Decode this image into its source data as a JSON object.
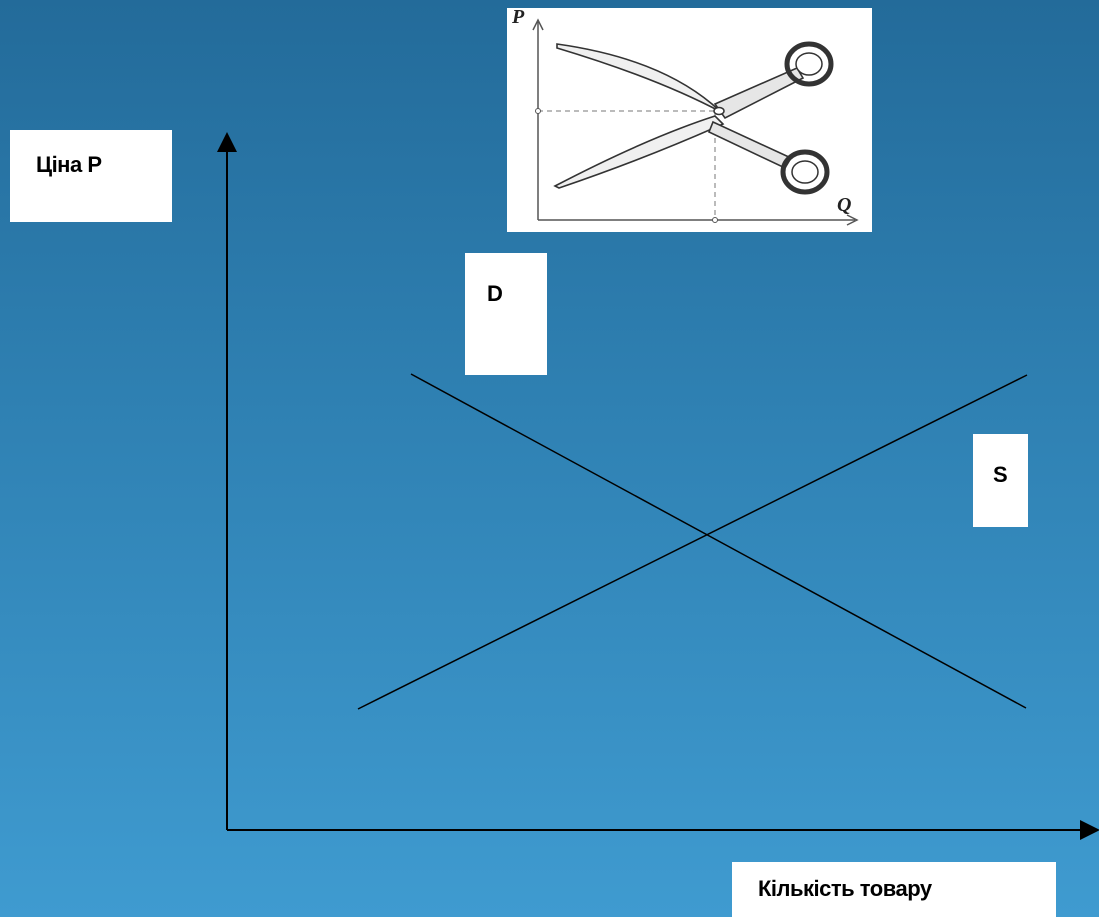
{
  "labels": {
    "price_axis": "Ціна P",
    "demand_curve": "D",
    "supply_curve": "S",
    "quantity_axis": "Кількість товару"
  },
  "inset": {
    "illustration": "scissors-supply-demand",
    "axis_p": "P",
    "axis_q": "Q"
  },
  "colors": {
    "background_top": "#236b9a",
    "background_bottom": "#3f9bd0",
    "lines": "#000000",
    "label_bg": "#ffffff"
  }
}
